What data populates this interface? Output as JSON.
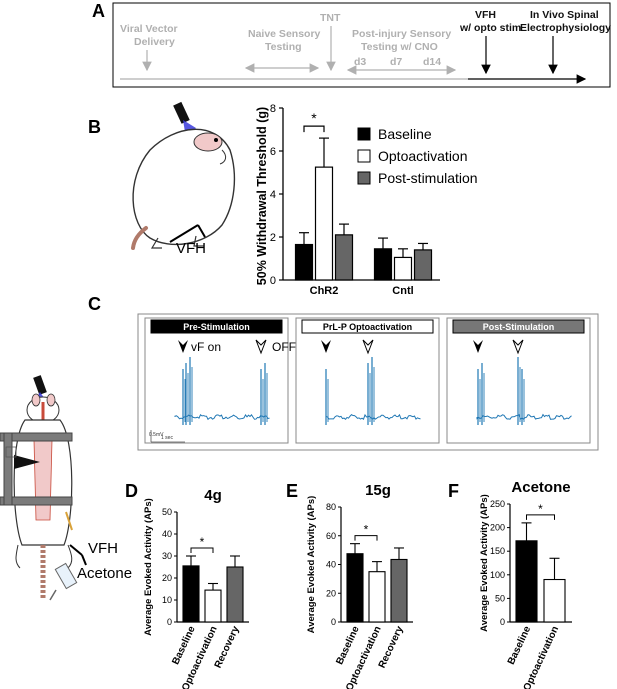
{
  "panels": {
    "A": "A",
    "B": "B",
    "C": "C",
    "D": "D",
    "E": "E",
    "F": "F"
  },
  "timeline": {
    "events": [
      {
        "lines": [
          "Viral Vector",
          "Delivery"
        ],
        "style": "grey"
      },
      {
        "lines": [
          "Naive Sensory",
          "Testing"
        ],
        "style": "grey"
      },
      {
        "lines": [
          "TNT"
        ],
        "style": "grey"
      },
      {
        "lines": [
          "Post-injury Sensory",
          "Testing w/ CNO"
        ],
        "style": "grey"
      },
      {
        "lines": [
          "d3",
          "d7",
          "d14"
        ],
        "style": "grey"
      },
      {
        "lines": [
          "VFH",
          "w/ opto stim"
        ],
        "style": "dark"
      },
      {
        "lines": [
          "In Vivo Spinal",
          "Electrophysiology"
        ],
        "style": "dark"
      }
    ]
  },
  "illustrations": {
    "vfh_label": "VFH",
    "vfh_label_2": "VFH",
    "acetone_label": "Acetone"
  },
  "traces": {
    "titles": [
      "Pre-Stimulation",
      "PrL-P Optoactivation",
      "Post-Stimulation"
    ],
    "vf_on": "vF on",
    "off": "OFF",
    "scale_v": "0.5mV",
    "scale_t": "1 sec",
    "color": "#1f77b4"
  },
  "colors": {
    "baseline": "#000000",
    "opto": "#ffffff",
    "post": "#666666"
  },
  "chart_data": [
    {
      "id": "B",
      "type": "bar",
      "ylabel": "50% Withdrawal Threshold (g)",
      "categories": [
        "ChR2",
        "Cntl"
      ],
      "series": [
        {
          "name": "Baseline",
          "values": [
            1.65,
            1.45
          ],
          "errors": [
            0.55,
            0.5
          ]
        },
        {
          "name": "Optoactivation",
          "values": [
            5.25,
            1.05
          ],
          "errors": [
            1.35,
            0.4
          ]
        },
        {
          "name": "Post-stimulation",
          "values": [
            2.1,
            1.4
          ],
          "errors": [
            0.5,
            0.3
          ]
        }
      ],
      "ylim": [
        0,
        8
      ],
      "yticks": [
        0,
        2,
        4,
        6,
        8
      ],
      "legend": "top-right",
      "significance": [
        {
          "category": "ChR2",
          "between": [
            "Baseline",
            "Optoactivation"
          ],
          "label": "*"
        }
      ]
    },
    {
      "id": "D",
      "type": "bar",
      "title": "4g",
      "ylabel": "Average Evoked Activity (APs)",
      "categories": [
        "Baseline",
        "Optoactivation",
        "Recovery"
      ],
      "values": [
        25.5,
        14.5,
        25
      ],
      "errors": [
        4.5,
        3,
        5
      ],
      "ylim": [
        0,
        50
      ],
      "yticks": [
        0,
        10,
        20,
        30,
        40,
        50
      ],
      "significance": [
        {
          "between": [
            "Baseline",
            "Optoactivation"
          ],
          "label": "*"
        }
      ]
    },
    {
      "id": "E",
      "type": "bar",
      "title": "15g",
      "ylabel": "Average Evoked Activity (APs)",
      "categories": [
        "Baseline",
        "Optoactivation",
        "Recovery"
      ],
      "values": [
        47.5,
        35,
        43.5
      ],
      "errors": [
        7,
        7,
        8
      ],
      "ylim": [
        0,
        80
      ],
      "yticks": [
        0,
        20,
        40,
        60,
        80
      ],
      "significance": [
        {
          "between": [
            "Baseline",
            "Optoactivation"
          ],
          "label": "*"
        }
      ]
    },
    {
      "id": "F",
      "type": "bar",
      "title": "Acetone",
      "ylabel": "Average Evoked Activity (APs)",
      "categories": [
        "Baseline",
        "Optoactivation"
      ],
      "values": [
        172,
        90
      ],
      "errors": [
        38,
        45
      ],
      "ylim": [
        0,
        250
      ],
      "yticks": [
        0,
        50,
        100,
        150,
        200,
        250
      ],
      "significance": [
        {
          "between": [
            "Baseline",
            "Optoactivation"
          ],
          "label": "*"
        }
      ]
    }
  ]
}
